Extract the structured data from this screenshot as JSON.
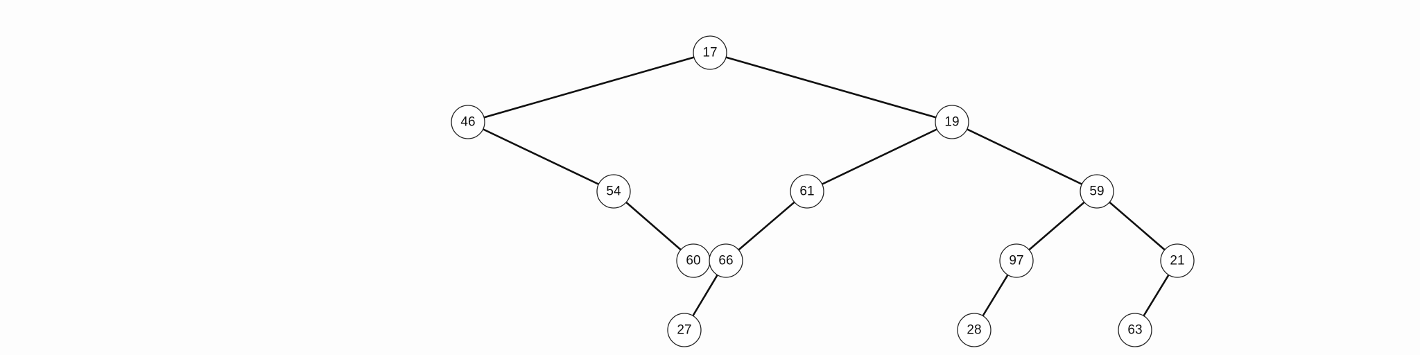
{
  "tree": {
    "nodes": [
      {
        "id": "n17",
        "label": "17"
      },
      {
        "id": "n46",
        "label": "46"
      },
      {
        "id": "n19",
        "label": "19"
      },
      {
        "id": "n54",
        "label": "54"
      },
      {
        "id": "n61",
        "label": "61"
      },
      {
        "id": "n59",
        "label": "59"
      },
      {
        "id": "n60",
        "label": "60"
      },
      {
        "id": "n66",
        "label": "66"
      },
      {
        "id": "n97",
        "label": "97"
      },
      {
        "id": "n21",
        "label": "21"
      },
      {
        "id": "n27",
        "label": "27"
      },
      {
        "id": "n28",
        "label": "28"
      },
      {
        "id": "n63",
        "label": "63"
      }
    ],
    "edges": [
      {
        "from": "n17",
        "to": "n46"
      },
      {
        "from": "n17",
        "to": "n19"
      },
      {
        "from": "n46",
        "to": "n54"
      },
      {
        "from": "n54",
        "to": "n60"
      },
      {
        "from": "n19",
        "to": "n61"
      },
      {
        "from": "n19",
        "to": "n59"
      },
      {
        "from": "n61",
        "to": "n66"
      },
      {
        "from": "n66",
        "to": "n27"
      },
      {
        "from": "n59",
        "to": "n97"
      },
      {
        "from": "n59",
        "to": "n21"
      },
      {
        "from": "n97",
        "to": "n28"
      },
      {
        "from": "n21",
        "to": "n63"
      }
    ]
  }
}
